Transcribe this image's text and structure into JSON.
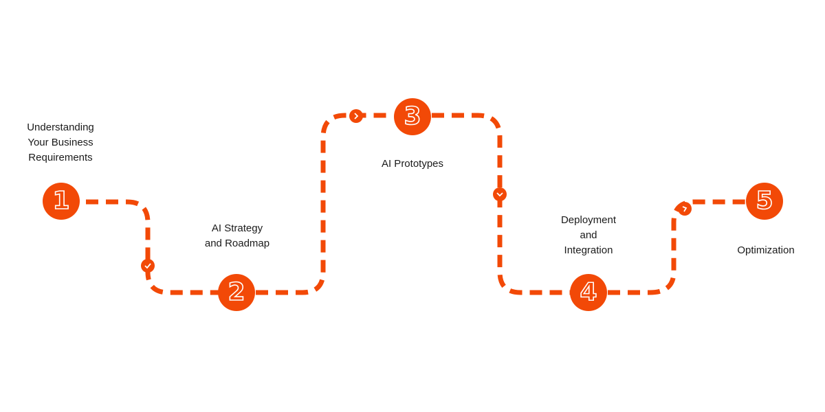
{
  "diagram": {
    "type": "process-roadmap",
    "accent_color": "#f24907",
    "steps": [
      {
        "number": "1",
        "label_lines": [
          "Understanding",
          "Your Business",
          "Requirements"
        ]
      },
      {
        "number": "2",
        "label_lines": [
          "AI Strategy",
          "and Roadmap"
        ]
      },
      {
        "number": "3",
        "label_lines": [
          "AI Prototypes"
        ]
      },
      {
        "number": "4",
        "label_lines": [
          "Deployment",
          "and",
          "Integration"
        ]
      },
      {
        "number": "5",
        "label_lines": [
          "Optimization"
        ]
      }
    ],
    "direction_markers": [
      "check-icon",
      "chevron-right-icon",
      "chevron-down-icon",
      "chevron-right-icon"
    ]
  }
}
